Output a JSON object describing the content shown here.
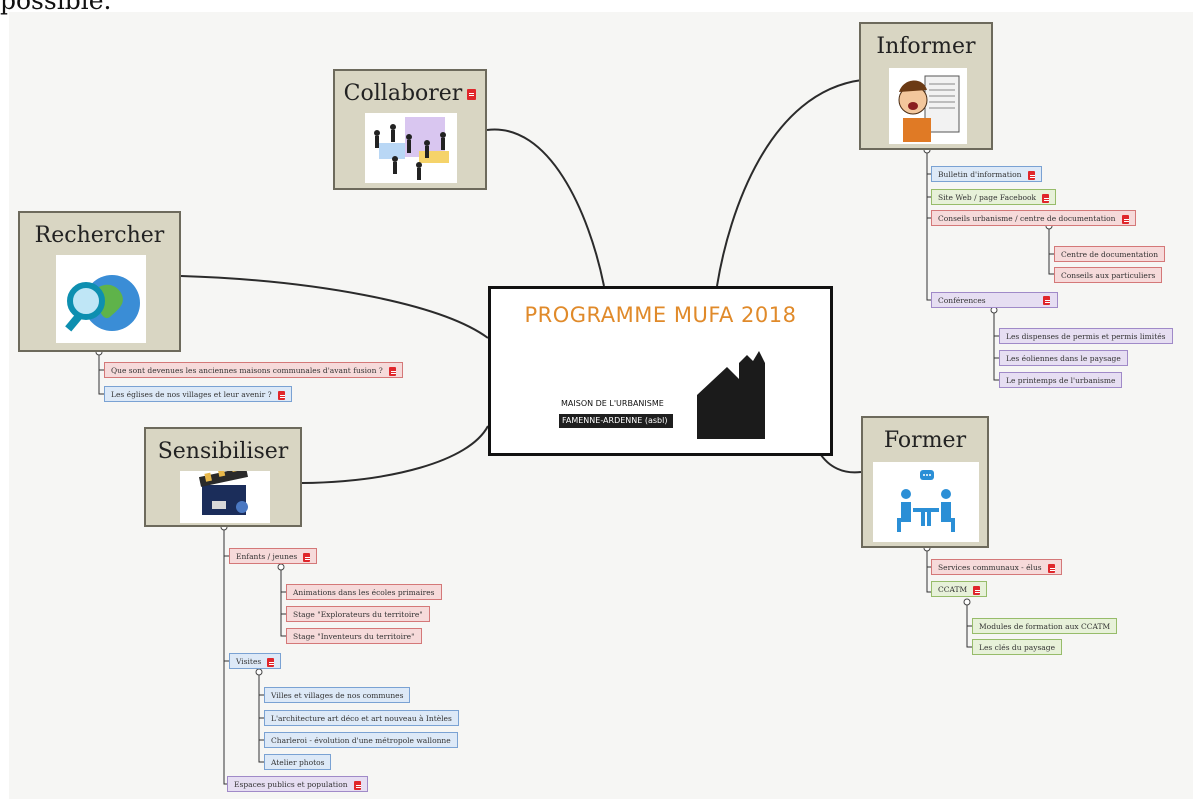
{
  "header_text": "possible.",
  "center": {
    "title": "PROGRAMME MUFA 2018",
    "logo_line1": "MAISON DE L'URBANISME",
    "logo_line2": "FAMENNE-ARDENNE (asbl)"
  },
  "topics": {
    "collaborer": {
      "title": "Collaborer",
      "icon": "people-collaboration-icon"
    },
    "informer": {
      "title": "Informer",
      "icon": "newspaper-reader-icon"
    },
    "rechercher": {
      "title": "Rechercher",
      "icon": "globe-magnifier-icon"
    },
    "sensibiliser": {
      "title": "Sensibiliser",
      "icon": "clapperboard-icon"
    },
    "former": {
      "title": "Former",
      "icon": "meeting-people-icon"
    }
  },
  "informer_items": {
    "bulletin": "Bulletin d'information",
    "site": "Site Web / page Facebook",
    "conseils": "Conseils urbanisme / centre de documentation",
    "centre_doc": "Centre de documentation",
    "conseils_particuliers": "Conseils aux particuliers",
    "conferences": "Conférences",
    "derogations": "Les dispenses de permis et permis limités",
    "eoliennes": "Les éoliennes dans le paysage",
    "printemps": "Le printemps de l'urbanisme"
  },
  "rechercher_items": {
    "maisons": "Que sont devenues les anciennes maisons communales d'avant fusion ?",
    "eglises": "Les églises de nos villages et leur avenir ?"
  },
  "sensibiliser_items": {
    "enfants": "Enfants / jeunes",
    "animations": "Animations dans les écoles primaires",
    "stage_exploration": "Stage \"Explorateurs du territoire\"",
    "stage_inventeurs": "Stage \"Inventeurs du territoire\"",
    "visites": "Visites",
    "villes": "Villes et villages de nos communes",
    "architecture": "L'architecture art déco et art nouveau à Intèles",
    "charleroi": "Charleroi - évolution d'une métropole wallonne",
    "atelier": "Atelier photos",
    "espaces": "Espaces publics et population"
  },
  "former_items": {
    "services": "Services communaux - élus",
    "ccatm": "CCATM",
    "modules": "Modules de formation aux CCATM",
    "cles": "Les clés du paysage"
  },
  "colors": {
    "topic_fill": "#d9d6c3",
    "center_title": "#e08a2a",
    "doc_icon": "#e0262b"
  }
}
